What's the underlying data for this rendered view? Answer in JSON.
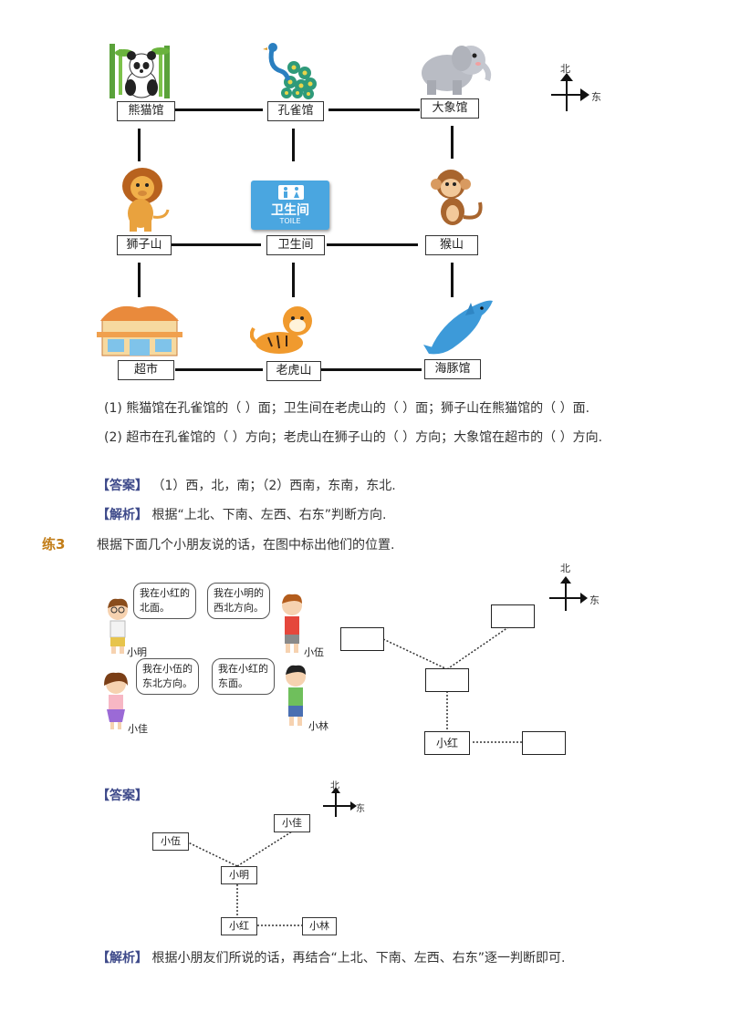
{
  "zoo": {
    "labels": {
      "panda": "熊猫馆",
      "peacock": "孔雀馆",
      "elephant": "大象馆",
      "lion": "狮子山",
      "toilet": "卫生间",
      "monkey": "猴山",
      "market": "超市",
      "tiger": "老虎山",
      "dolphin": "海豚馆"
    },
    "toilet_sign": {
      "cn": "卫生间",
      "en": "TOILE"
    },
    "compass": {
      "north": "北",
      "east": "东"
    }
  },
  "questions": {
    "q1": "(1) 熊猫馆在孔雀馆的（  ）面；卫生间在老虎山的（  ）面；狮子山在熊猫馆的（  ）面.",
    "q2": "(2) 超市在孔雀馆的（  ）方向；老虎山在狮子山的（  ）方向；大象馆在超市的（  ）方向."
  },
  "answer1": {
    "tag": "【答案】",
    "text": "（1）西，北，南；（2）西南，东南，东北."
  },
  "analysis1": {
    "tag": "【解析】",
    "text": "根据“上北、下南、左西、右东”判断方向."
  },
  "exercise3": {
    "tag": "练3",
    "prompt": "根据下面几个小朋友说的话，在图中标出他们的位置.",
    "bubbles": {
      "xiaoming": "我在小红的\n北面。",
      "xiaowu": "我在小明的\n西北方向。",
      "xiaojia": "我在小伍的\n东北方向。",
      "xiaolin": "我在小红的\n东面。"
    },
    "names": {
      "xiaoming": "小明",
      "xiaowu": "小伍",
      "xiaojia": "小佳",
      "xiaolin": "小林"
    },
    "grid_known": "小红",
    "compass": {
      "north": "北",
      "east": "东"
    }
  },
  "answer2": {
    "tag": "【答案】",
    "boxes": {
      "xiaowu": "小伍",
      "xiaojia": "小佳",
      "xiaoming": "小明",
      "xiaohong": "小红",
      "xiaolin": "小林"
    },
    "compass": {
      "north": "北",
      "east": "东"
    }
  },
  "analysis2": {
    "tag": "【解析】",
    "text": "根据小朋友们所说的话，再结合“上北、下南、左西、右东”逐一判断即可."
  }
}
